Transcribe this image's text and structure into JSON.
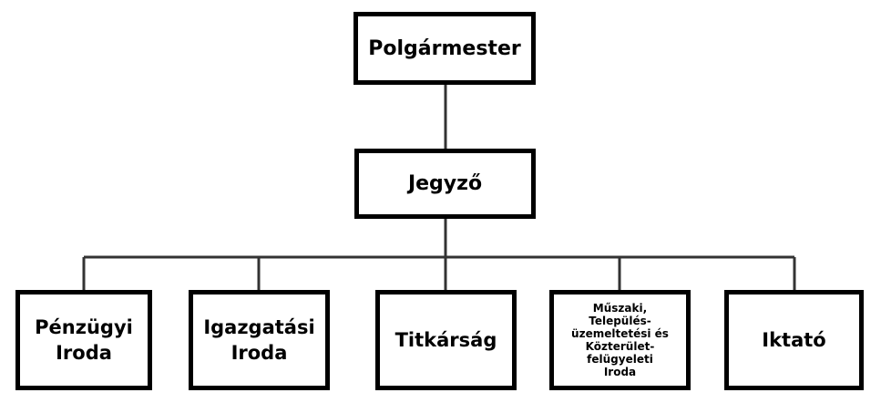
{
  "org_chart": {
    "top": {
      "label": "Polgármester"
    },
    "middle": {
      "label": "Jegyző"
    },
    "units": [
      {
        "label_lines": [
          "Pénzügyi",
          "Iroda"
        ]
      },
      {
        "label_lines": [
          "Igazgatási",
          "Iroda"
        ]
      },
      {
        "label_lines": [
          "Titkárság"
        ]
      },
      {
        "label_lines": [
          "Műszaki,",
          "Település-",
          "üzemeltetési és",
          "Közterület-",
          "felügyeleti",
          "Iroda"
        ]
      },
      {
        "label_lines": [
          "Iktató"
        ]
      }
    ]
  },
  "colors": {
    "line": "#000000",
    "box_border": "#000000",
    "background": "#ffffff"
  }
}
